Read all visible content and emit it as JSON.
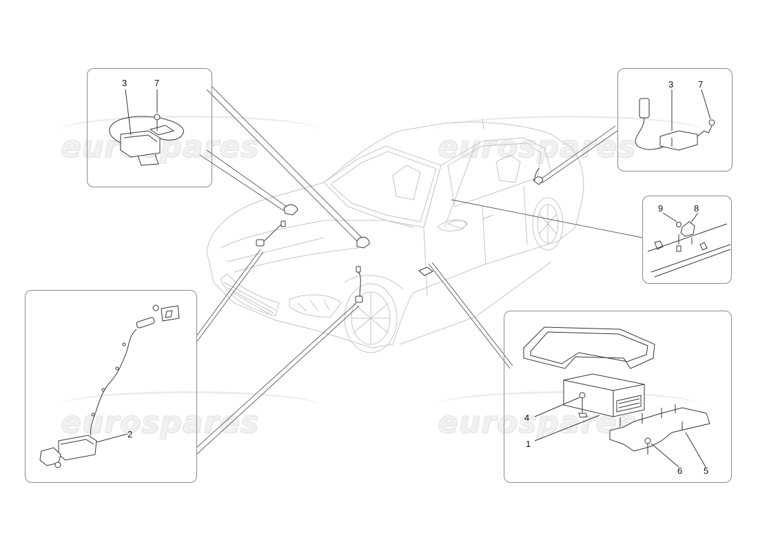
{
  "diagram": {
    "type": "exploded parts diagram",
    "subject": "Vehicle electronic control unit and sensors",
    "watermark": "eurospares",
    "insets": [
      {
        "id": "top-left",
        "callouts": [
          "3",
          "7"
        ]
      },
      {
        "id": "top-right",
        "callouts": [
          "3",
          "7"
        ]
      },
      {
        "id": "mid-right",
        "callouts": [
          "9",
          "8"
        ]
      },
      {
        "id": "bottom-left",
        "callouts": [
          "2"
        ]
      },
      {
        "id": "bottom-right",
        "callouts": [
          "4",
          "1",
          "6",
          "5"
        ]
      }
    ],
    "parts": [
      {
        "ref": "1",
        "name": "Control unit"
      },
      {
        "ref": "2",
        "name": "Sensor with harness"
      },
      {
        "ref": "3",
        "name": "Sensor"
      },
      {
        "ref": "4",
        "name": "Nut"
      },
      {
        "ref": "5",
        "name": "Bracket"
      },
      {
        "ref": "6",
        "name": "Nut"
      },
      {
        "ref": "7",
        "name": "Nut"
      },
      {
        "ref": "8",
        "name": "Sensor"
      },
      {
        "ref": "9",
        "name": "Nut"
      }
    ]
  },
  "labels": {
    "tl_3": "3",
    "tl_7": "7",
    "tr_3": "3",
    "tr_7": "7",
    "mr_9": "9",
    "mr_8": "8",
    "bl_2": "2",
    "br_4": "4",
    "br_1": "1",
    "br_6": "6",
    "br_5": "5"
  },
  "watermarks": [
    "eurospares",
    "eurospares",
    "eurospares",
    "eurospares"
  ]
}
